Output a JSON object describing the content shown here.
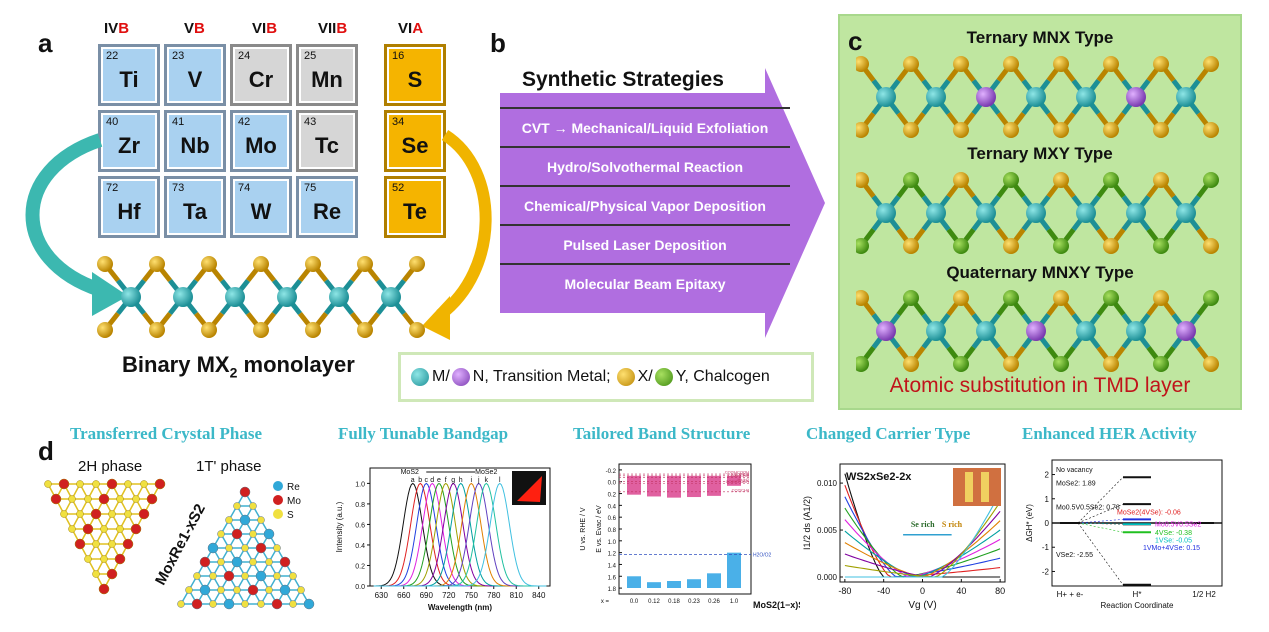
{
  "panel_a": {
    "letter": "a",
    "groups": [
      {
        "main": "IV",
        "suffix": "B"
      },
      {
        "main": "V",
        "suffix": "B"
      },
      {
        "main": "VI",
        "suffix": "B"
      },
      {
        "main": "VII",
        "suffix": "B"
      },
      {
        "main": "VI",
        "suffix": "A"
      }
    ],
    "elements": [
      {
        "num": "22",
        "sym": "Ti"
      },
      {
        "num": "23",
        "sym": "V"
      },
      {
        "num": "24",
        "sym": "Cr"
      },
      {
        "num": "25",
        "sym": "Mn"
      },
      {
        "num": "16",
        "sym": "S"
      },
      {
        "num": "40",
        "sym": "Zr"
      },
      {
        "num": "41",
        "sym": "Nb"
      },
      {
        "num": "42",
        "sym": "Mo"
      },
      {
        "num": "43",
        "sym": "Tc"
      },
      {
        "num": "34",
        "sym": "Se"
      },
      {
        "num": "72",
        "sym": "Hf"
      },
      {
        "num": "73",
        "sym": "Ta"
      },
      {
        "num": "74",
        "sym": "W"
      },
      {
        "num": "75",
        "sym": "Re"
      },
      {
        "num": "52",
        "sym": "Te"
      }
    ],
    "caption_main": "Binary MX",
    "caption_sub": "2",
    "caption_tail": " monolayer"
  },
  "panel_b": {
    "letter": "b",
    "title": "Synthetic Strategies",
    "strategies": [
      "CVT → Mechanical/Liquid Exfoliation",
      "Hydro/Solvothermal Reaction",
      "Chemical/Physical Vapor Deposition",
      "Pulsed Laser Deposition",
      "Molecular Beam Epitaxy"
    ],
    "legend": {
      "m": "M/",
      "n": "N, Transition Metal;",
      "x": "X/",
      "y": "Y, Chalcogen"
    }
  },
  "panel_c": {
    "letter": "c",
    "types": [
      "Ternary MNX Type",
      "Ternary MXY Type",
      "Quaternary MNXY Type"
    ],
    "footer": "Atomic substitution in TMD layer"
  },
  "panel_d": {
    "letter": "d",
    "headings": [
      "Transferred Crystal Phase",
      "Fully Tunable Bandgap",
      "Tailored Band Structure",
      "Changed Carrier Type",
      "Enhanced HER Activity"
    ],
    "phase": {
      "h2": "2H phase",
      "t1": "1T' phase",
      "legend": [
        "Re",
        "Mo",
        "S"
      ],
      "formula": "MoxRe1-xS2"
    },
    "bandgap": {
      "ylabel": "Intensity (a.u.)",
      "xlabel": "Wavelength (nm)",
      "xticks": [
        "630",
        "660",
        "690",
        "720",
        "750",
        "780",
        "810",
        "840"
      ],
      "yticks": [
        "0.0",
        "0.2",
        "0.4",
        "0.6",
        "0.8",
        "1.0"
      ],
      "start": "MoS2",
      "end": "MoSe2",
      "peak_letters": [
        "a",
        "b",
        "c",
        "d",
        "e",
        "f",
        "g",
        "h",
        "i",
        "j",
        "k",
        "l"
      ]
    },
    "band": {
      "ylabel": "U vs. RHE / V",
      "ylabel2": "E vs. Evac / eV",
      "xticks": [
        "0.0",
        "0.12",
        "0.18",
        "0.23",
        "0.26",
        "1.0"
      ],
      "xlabel": "MoS2(1−x)Se2x",
      "x_prefix": "x =",
      "yticks": [
        "-0.2",
        "0.0",
        "0.2",
        "0.4",
        "0.6",
        "0.8",
        "1.0",
        "1.2",
        "1.4",
        "1.6",
        "1.8"
      ],
      "redox": [
        "CO2/HCOOH",
        "CO2/CO",
        "CO2/HCHO",
        "H+/H2",
        "CO2/CH3OH",
        "CO2/CH4",
        "H2O/O2"
      ]
    },
    "carrier": {
      "title": "WS2xSe2-2x",
      "ylabel": "I1/2 ds (A1/2)",
      "xlabel": "Vg (V)",
      "xticks": [
        "-80",
        "-40",
        "0",
        "40",
        "80"
      ],
      "yticks": [
        "0.000",
        "0.005",
        "0.010"
      ],
      "se_rich": "Se rich",
      "s_rich": "S rich"
    },
    "her": {
      "ylabel": "ΔGH* (eV)",
      "xlabel": "Reaction Coordinate",
      "xticks": [
        "H+ + e-",
        "H*",
        "1/2 H2"
      ],
      "yticks": [
        "-2",
        "-1",
        "0",
        "1",
        "2"
      ],
      "labels": [
        "No vacancy",
        "MoSe2: 1.89",
        "MoSe2(4VSe): -0.06",
        "Mo0.5V0.5Se2: 0.78",
        "Mo0.5V0.5Se2",
        "4VSe: -0.38",
        "1VSe: -0.05",
        "1VMo+4VSe: 0.15",
        "VSe2: -2.55"
      ]
    },
    "colors": {
      "heading": "#3cb8c8",
      "green_panel": "#bfe6a0",
      "purple": "#b06ee0",
      "metal": "#2aa4a8",
      "chalcogen": "#d8a100",
      "red": "#c0141a"
    }
  }
}
